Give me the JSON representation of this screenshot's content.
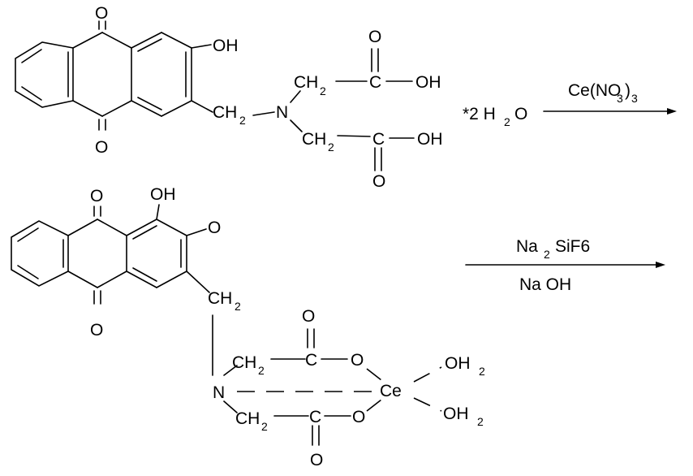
{
  "reactant": {
    "o_top": "O",
    "o_bottom": "O",
    "oh": "OH",
    "ch2_link": "CH",
    "ch2_link_sub": "2",
    "n": "N",
    "ch2_up": "CH",
    "ch2_up_sub": "2",
    "ch2_down": "CH",
    "ch2_down_sub": "2",
    "c_up": "C",
    "c_down": "C",
    "o_dbl_up": "O",
    "o_dbl_down": "O",
    "oh_up": "OH",
    "oh_down": "OH"
  },
  "hydrate": {
    "prefix": "*2 H",
    "sub": "2",
    "suffix": "O"
  },
  "step1": {
    "reagent": "Ce(NO",
    "reagent_sub": "3",
    "reagent_close": ")",
    "reagent_sub2": "3"
  },
  "product": {
    "o_top": "O",
    "o_bottom": "O",
    "oh": "OH",
    "o_ring": "O",
    "ch2_link": "CH",
    "ch2_link_sub": "2",
    "n": "N",
    "ch2_up": "CH",
    "ch2_up_sub": "2",
    "ch2_down": "CH",
    "ch2_down_sub": "2",
    "c_up": "C",
    "c_down": "C",
    "o_dbl_up": "O",
    "o_dbl_down": "O",
    "o_ce_up": "O",
    "o_ce_down": "O",
    "ce": "Ce",
    "oh2_up": "OH",
    "oh2_up_sub": "2",
    "oh2_down": "OH",
    "oh2_down_sub": "2"
  },
  "step2": {
    "reagent_top": "Na",
    "reagent_top_sub": "2",
    "reagent_top_rest": "SiF6",
    "reagent_bottom": "Na OH"
  }
}
